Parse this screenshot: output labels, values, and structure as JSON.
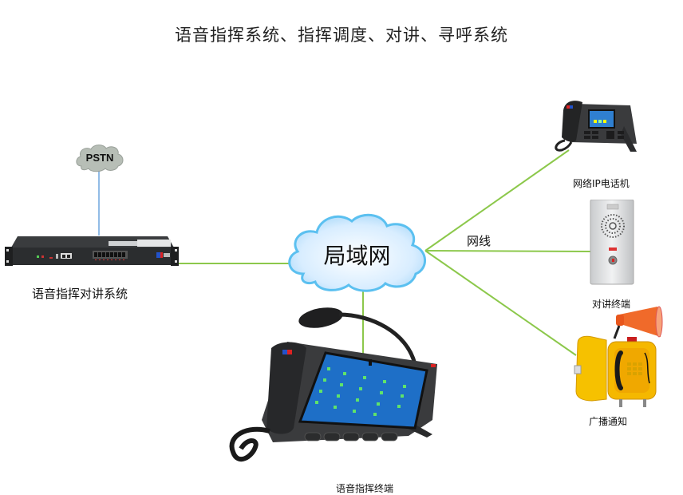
{
  "title": "语音指挥系统、指挥调度、对讲、寻呼系统",
  "nodes": {
    "pstn": {
      "label": "PSTN"
    },
    "server": {
      "label": "语音指挥对讲系统"
    },
    "lan": {
      "label": "局域网"
    },
    "ip_phone": {
      "label": "网络IP电话机"
    },
    "intercom": {
      "label": "对讲终端"
    },
    "broadcast": {
      "label": "广播通知"
    },
    "command_terminal": {
      "label": "语音指挥终端"
    }
  },
  "edges": {
    "network_cable_label": "网线",
    "colors": {
      "network": "#8cc84b",
      "pstn_link": "#4a8fd6"
    }
  },
  "colors": {
    "cloud_fill": "#dcefff",
    "cloud_stroke": "#5bc0f0",
    "pstn_cloud": "#b7beb6",
    "device_dark": "#2f3133",
    "screen_blue": "#1e6fc7",
    "yellow": "#f5c000",
    "horn_orange": "#f06a2a"
  }
}
